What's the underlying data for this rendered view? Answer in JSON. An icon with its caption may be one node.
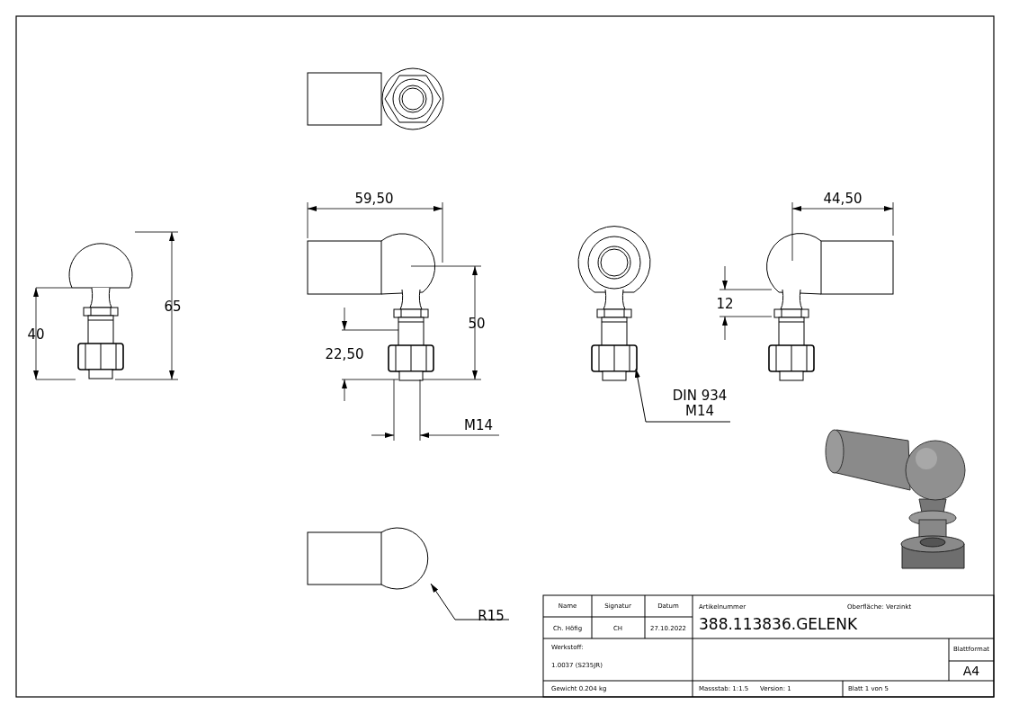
{
  "diagram": {
    "nodes": [
      {
        "text": [
          "DIN 934 M14"
        ]
      },
      {
        "text": [
          "R15"
        ]
      }
    ],
    "edges": [
      {
        "from": 0,
        "to": null,
        "arrow": "to"
      },
      {
        "from": 1,
        "to": null,
        "arrow": "to"
      }
    ],
    "labels": [
      "59,50",
      "44,50",
      "65",
      "50",
      "12",
      "40",
      "22,50",
      "M14",
      "Name",
      "Signatur",
      "Datum",
      "Artikelnummer",
      "Oberfläche: Verzinkt",
      "Ch. Höfig",
      "CH",
      "27.10.2022",
      "388.113836.GELENK",
      "Werkstoff:",
      "Blattformat",
      "1.0037 (S235JR)",
      "A4",
      "Gewicht 0.204 kg",
      "Massstab: 1:1.5",
      "Version: 1",
      "Blatt 1 von 5"
    ]
  }
}
